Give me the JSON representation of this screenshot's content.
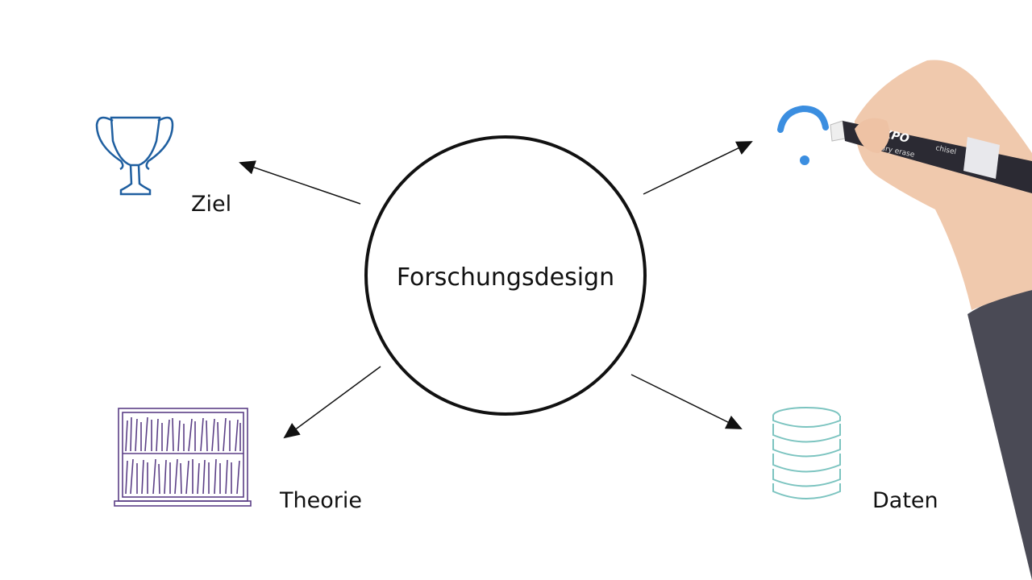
{
  "center": {
    "label": "Forschungsdesign"
  },
  "nodes": [
    {
      "label": "Ziel",
      "icon": "trophy-icon",
      "color": "#1f5fa0"
    },
    {
      "label": "",
      "icon": "question-mark-icon",
      "color": "#3b8ee0"
    },
    {
      "label": "Theorie",
      "icon": "bookshelf-icon",
      "color": "#5b3f86"
    },
    {
      "label": "Daten",
      "icon": "database-icon",
      "color": "#7cc4c0"
    }
  ],
  "marker": {
    "brand": "EXPO",
    "line1": "dry erase",
    "line2": "chisel"
  },
  "colors": {
    "ink": "#111111",
    "background": "#ffffff"
  }
}
